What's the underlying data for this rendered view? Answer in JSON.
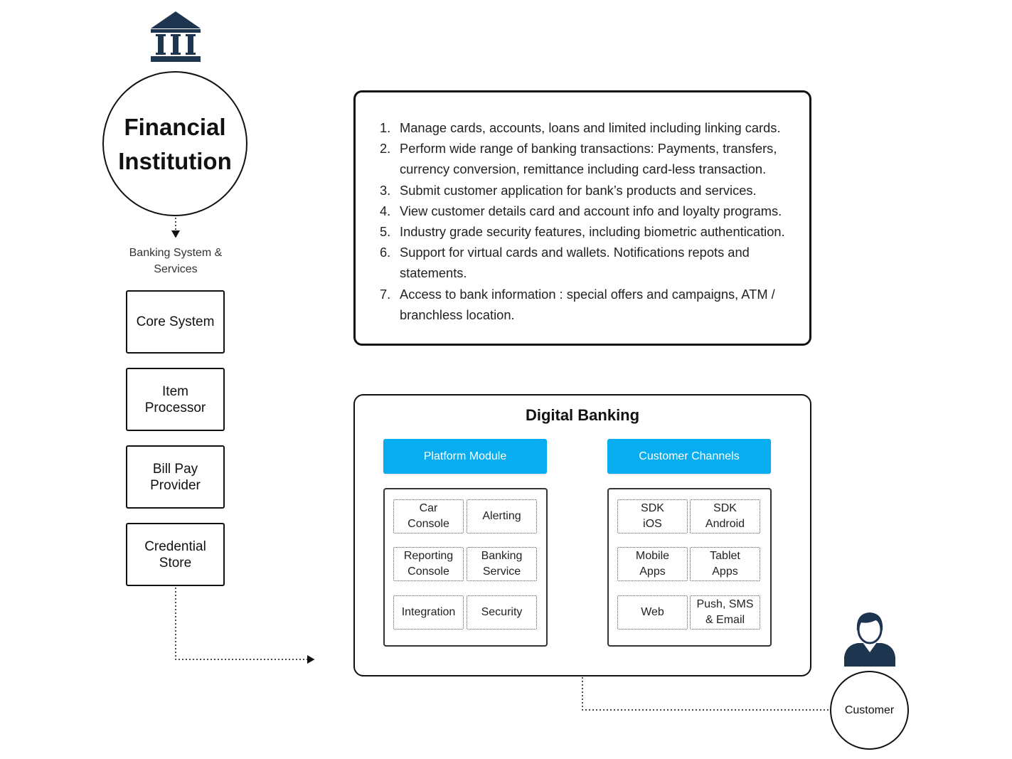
{
  "colors": {
    "accent": "#08adef",
    "icon": "#1e3550",
    "line": "#111111"
  },
  "institution": {
    "icon": "bank-building-icon",
    "title_line1": "Financial",
    "title_line2": "Institution"
  },
  "banking_system": {
    "label_line1": "Banking System &",
    "label_line2": "Services",
    "items": [
      {
        "line1": "Core System",
        "line2": ""
      },
      {
        "line1": "Item",
        "line2": "Processor"
      },
      {
        "line1": "Bill Pay",
        "line2": "Provider"
      },
      {
        "line1": "Credential",
        "line2": "Store"
      }
    ]
  },
  "features": [
    {
      "num": "1.",
      "text": "Manage cards, accounts, loans and limited including linking cards."
    },
    {
      "num": "2.",
      "text": "Perform wide range of banking transactions: Payments, transfers, currency conversion, remittance including card-less transaction."
    },
    {
      "num": "3.",
      "text": "Submit customer application for bank’s products and services."
    },
    {
      "num": "4.",
      "text": "View customer details card and account info and loyalty programs."
    },
    {
      "num": "5.",
      "text": "Industry grade security features, including biometric authentication."
    },
    {
      "num": "6.",
      "text": "Support for virtual cards and wallets. Notifications repots and statements."
    },
    {
      "num": "7.",
      "text": "Access to bank information : special offers and campaigns, ATM / branchless location."
    }
  ],
  "digital_banking": {
    "title": "Digital Banking",
    "platform": {
      "label": "Platform Module",
      "cells": [
        {
          "line1": "Car",
          "line2": "Console"
        },
        {
          "line1": "Alerting",
          "line2": ""
        },
        {
          "line1": "Reporting",
          "line2": "Console"
        },
        {
          "line1": "Banking",
          "line2": "Service"
        },
        {
          "line1": "Integration",
          "line2": ""
        },
        {
          "line1": "Security",
          "line2": ""
        }
      ]
    },
    "channels": {
      "label": "Customer Channels",
      "cells": [
        {
          "line1": "SDK",
          "line2": "iOS"
        },
        {
          "line1": "SDK",
          "line2": "Android"
        },
        {
          "line1": "Mobile",
          "line2": "Apps"
        },
        {
          "line1": "Tablet",
          "line2": "Apps"
        },
        {
          "line1": "Web",
          "line2": ""
        },
        {
          "line1": "Push, SMS",
          "line2": "& Email"
        }
      ]
    }
  },
  "customer": {
    "icon": "user-avatar-icon",
    "label": "Customer"
  }
}
